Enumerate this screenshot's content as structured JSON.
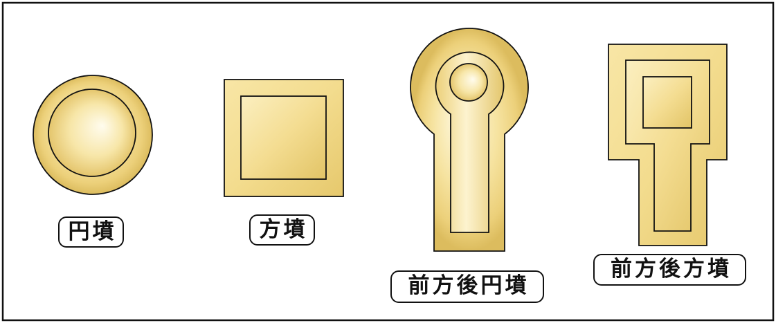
{
  "labels": {
    "enpun": "円墳",
    "hofun": "方墳",
    "zenpo_koen": "前方後円墳",
    "zenpo_koho": "前方後方墳"
  },
  "colors": {
    "fill_base": "#f1d98a",
    "fill_light": "#fffbe6",
    "fill_dark": "#d9b95a",
    "outline": "#111111",
    "frame": "#111111",
    "background": "#ffffff"
  }
}
